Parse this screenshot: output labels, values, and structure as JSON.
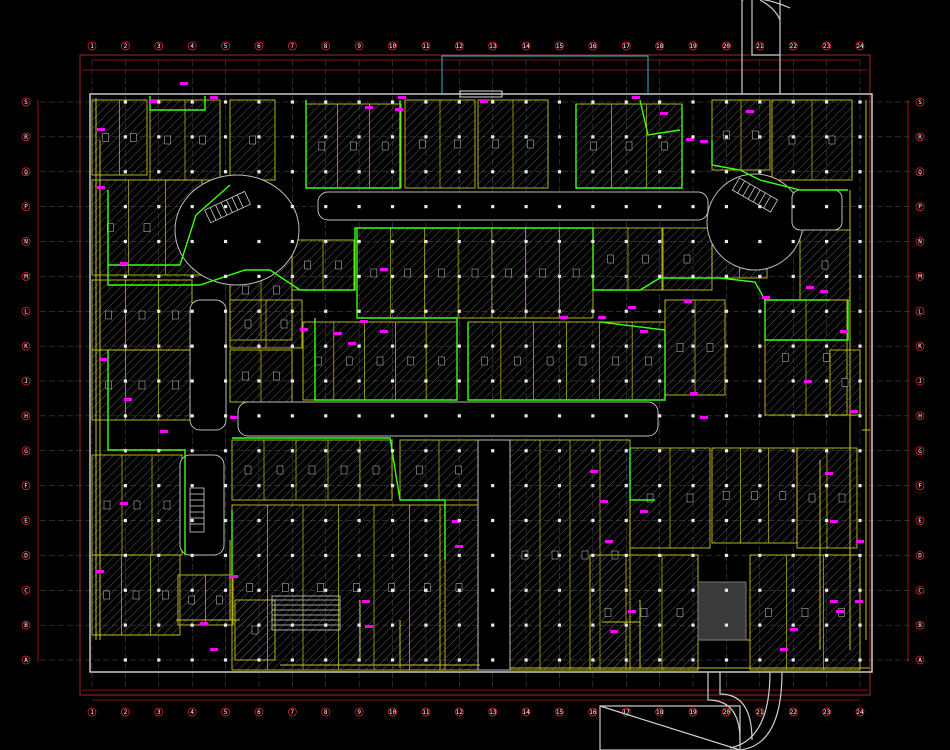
{
  "drawing": {
    "colors": {
      "background": "#000000",
      "grid_bubble": "#ff2222",
      "grid_line": "#6a6a6a",
      "building_outline": "#d8d8d8",
      "shop_wall": "#c9c21a",
      "hatch": "#5a5a5a",
      "fire_route": "#39ff14",
      "annotation": "#ff00ff",
      "column": "#e8e8e8",
      "cyan_line": "#2bb8c8",
      "ramp_line": "#cfcfcf"
    }
  },
  "grid": {
    "columns": [
      "1",
      "2",
      "3",
      "4",
      "5",
      "6",
      "7",
      "8",
      "9",
      "10",
      "11",
      "12",
      "13",
      "14",
      "15",
      "16",
      "17",
      "18",
      "19",
      "20",
      "21",
      "22",
      "23",
      "24"
    ],
    "rows": [
      "A",
      "B",
      "C",
      "D",
      "E",
      "F",
      "G",
      "H",
      "J",
      "K",
      "L",
      "M",
      "N",
      "P",
      "Q",
      "R",
      "S"
    ]
  },
  "icons": [
    "grid-axis-bubble-icon",
    "stair-icon",
    "column-icon"
  ]
}
